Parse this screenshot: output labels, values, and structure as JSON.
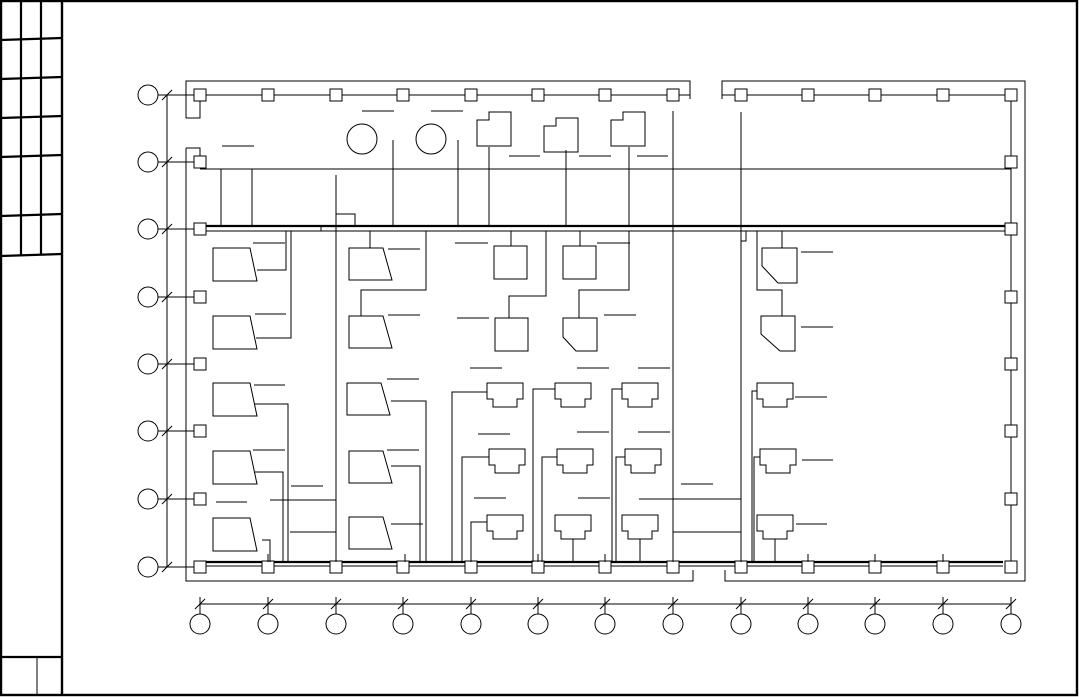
{
  "drawing": {
    "row_axes": [
      {
        "id": "r1"
      },
      {
        "id": "r2"
      },
      {
        "id": "r3"
      },
      {
        "id": "r4"
      },
      {
        "id": "r5"
      },
      {
        "id": "r6"
      },
      {
        "id": "r7"
      },
      {
        "id": "r8"
      }
    ],
    "column_axes": [
      {
        "id": "c1"
      },
      {
        "id": "c2"
      },
      {
        "id": "c3"
      },
      {
        "id": "c4"
      },
      {
        "id": "c5"
      },
      {
        "id": "c6"
      },
      {
        "id": "c7"
      },
      {
        "id": "c8"
      },
      {
        "id": "c9"
      },
      {
        "id": "c10"
      },
      {
        "id": "c11"
      },
      {
        "id": "c12"
      },
      {
        "id": "c13"
      }
    ]
  }
}
